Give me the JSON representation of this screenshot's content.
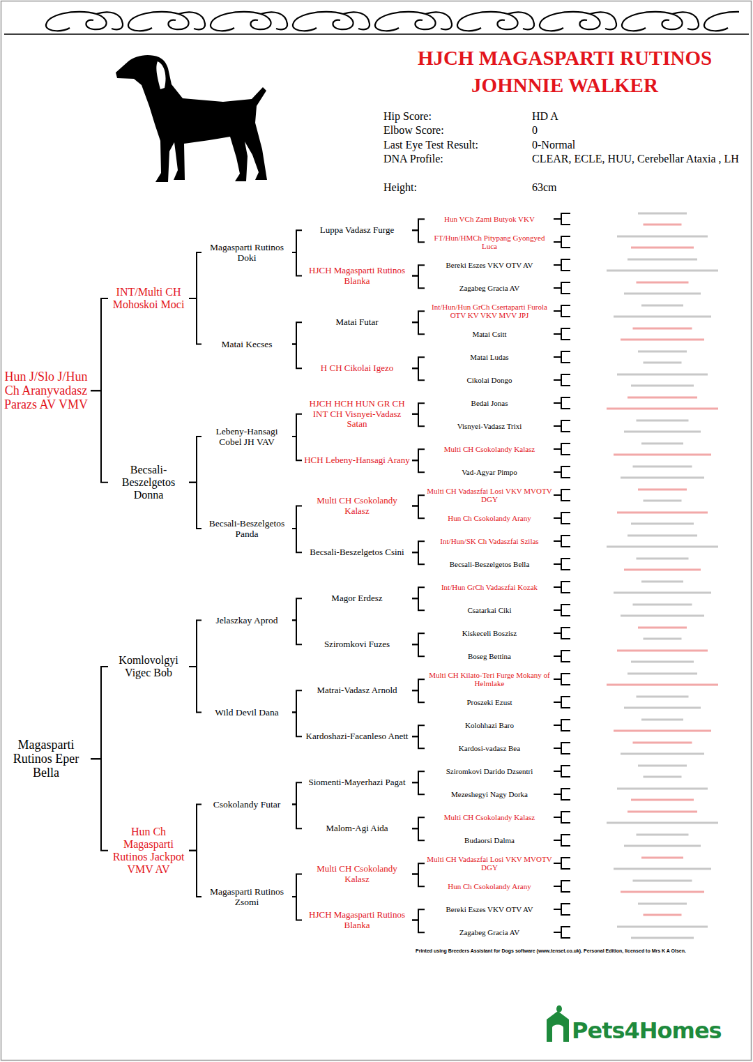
{
  "diagram": {
    "title": "HJCH MAGASPARTI RUTINOS JOHNNIE WALKER",
    "nodes": [
      {
        "text": [
          "Hun J/Slo J/Hun Ch Aranyvadasz Parazs AV VMV"
        ]
      },
      {
        "text": [
          "Magasparti Rutinos Eper Bella"
        ]
      },
      {
        "text": [
          "INT/Multi CH Mohoskoi Moci"
        ]
      },
      {
        "text": [
          "Becsali-Beszelgetos Donna"
        ]
      },
      {
        "text": [
          "Komlovolgyi Vigec Bob"
        ]
      },
      {
        "text": [
          "Hun Ch Magasparti Rutinos Jackpot VMV AV"
        ]
      },
      {
        "text": [
          "Magasparti Rutinos Doki"
        ]
      },
      {
        "text": [
          "Matai Kecses"
        ]
      },
      {
        "text": [
          "Lebeny-Hansagi Cobel JH VAV"
        ]
      },
      {
        "text": [
          "Becsali-Beszelgetos Panda"
        ]
      },
      {
        "text": [
          "Jelaszkay Aprod"
        ]
      },
      {
        "text": [
          "Wild Devil Dana"
        ]
      },
      {
        "text": [
          "Csokolandy Futar"
        ]
      },
      {
        "text": [
          "Magasparti Rutinos Zsomi"
        ]
      },
      {
        "text": [
          "Luppa Vadasz Furge"
        ]
      },
      {
        "text": [
          "HJCH Magasparti Rutinos Blanka"
        ]
      },
      {
        "text": [
          "Matai Futar"
        ]
      },
      {
        "text": [
          "H CH Cikolai Igezo"
        ]
      },
      {
        "text": [
          "HJCH HCH HUN GR CH INT CH Visnyei-Vadasz Satan"
        ]
      },
      {
        "text": [
          "HCH Lebeny-Hansagi Arany"
        ]
      },
      {
        "text": [
          "Multi CH Csokolandy Kalasz"
        ]
      },
      {
        "text": [
          "Becsali-Beszelgetos Csini"
        ]
      },
      {
        "text": [
          "Magor Erdesz"
        ]
      },
      {
        "text": [
          "Sziromkovi Fuzes"
        ]
      },
      {
        "text": [
          "Matrai-Vadasz Arnold"
        ]
      },
      {
        "text": [
          "Kardoshazi-Facanleso Anett"
        ]
      },
      {
        "text": [
          "Siomenti-Mayerhazi Pagat"
        ]
      },
      {
        "text": [
          "Malom-Agi Aida"
        ]
      },
      {
        "text": [
          "Multi CH Csokolandy Kalasz"
        ]
      },
      {
        "text": [
          "HJCH Magasparti Rutinos Blanka"
        ]
      },
      {
        "text": [
          "Hun VCh Zami Butyok VKV"
        ]
      },
      {
        "text": [
          "FT/Hun/HMCh Pitypang Gyongyed Luca"
        ]
      },
      {
        "text": [
          "Bereki Eszes VKV OTV AV"
        ]
      },
      {
        "text": [
          "Zagabeg Gracia AV"
        ]
      },
      {
        "text": [
          "Int/Hun/Hun GrCh Csertaparti Furola OTV KV VKV MVV JPJ"
        ]
      },
      {
        "text": [
          "Matai Csitt"
        ]
      },
      {
        "text": [
          "Matai Ludas"
        ]
      },
      {
        "text": [
          "Cikolai Dongo"
        ]
      },
      {
        "text": [
          "Bedai Jonas"
        ]
      },
      {
        "text": [
          "Visnyei-Vadasz Trixi"
        ]
      },
      {
        "text": [
          "Multi CH Csokolandy Kalasz"
        ]
      },
      {
        "text": [
          "Vad-Agyar Pimpo"
        ]
      },
      {
        "text": [
          "Multi CH Vadaszfai Losi VKV MVOTV DGY"
        ]
      },
      {
        "text": [
          "Hun Ch Csokolandy Arany"
        ]
      },
      {
        "text": [
          "Int/Hun/SK Ch Vadaszfai Szilas"
        ]
      },
      {
        "text": [
          "Becsali-Beszelgetos Bella"
        ]
      },
      {
        "text": [
          "Int/Hun GrCh Vadaszfai Kozak"
        ]
      },
      {
        "text": [
          "Csatarkai Ciki"
        ]
      },
      {
        "text": [
          "Kiskeceli Boszisz"
        ]
      },
      {
        "text": [
          "Boseg Bettina"
        ]
      },
      {
        "text": [
          "Multi CH Kilato-Teri Furge Mokany of Helmlake"
        ]
      },
      {
        "text": [
          "Proszeki Ezust"
        ]
      },
      {
        "text": [
          "Kolohhazi Baro"
        ]
      },
      {
        "text": [
          "Kardosi-vadasz Bea"
        ]
      },
      {
        "text": [
          "Sziromkovi Darido Dzsentri"
        ]
      },
      {
        "text": [
          "Mezeshegyi Nagy Dorka"
        ]
      },
      {
        "text": [
          "Multi CH Csokolandy Kalasz"
        ]
      },
      {
        "text": [
          "Budaorsi Dalma"
        ]
      },
      {
        "text": [
          "Multi CH Vadaszfai Losi VKV MVOTV DGY"
        ]
      },
      {
        "text": [
          "Hun Ch Csokolandy Arany"
        ]
      },
      {
        "text": [
          "Bereki Eszes VKV OTV AV"
        ]
      },
      {
        "text": [
          "Zagabeg Gracia AV"
        ]
      }
    ],
    "edges": [
      {
        "from": 0,
        "to": 2,
        "arrow": "none"
      },
      {
        "from": 0,
        "to": 3,
        "arrow": "none"
      },
      {
        "from": 1,
        "to": 4,
        "arrow": "none"
      },
      {
        "from": 1,
        "to": 5,
        "arrow": "none"
      },
      {
        "from": 2,
        "to": 6,
        "arrow": "none"
      },
      {
        "from": 2,
        "to": 7,
        "arrow": "none"
      },
      {
        "from": 3,
        "to": 8,
        "arrow": "none"
      },
      {
        "from": 3,
        "to": 9,
        "arrow": "none"
      },
      {
        "from": 4,
        "to": 10,
        "arrow": "none"
      },
      {
        "from": 4,
        "to": 11,
        "arrow": "none"
      },
      {
        "from": 5,
        "to": 12,
        "arrow": "none"
      },
      {
        "from": 5,
        "to": 13,
        "arrow": "none"
      },
      {
        "from": 6,
        "to": 14,
        "arrow": "none"
      },
      {
        "from": 6,
        "to": 15,
        "arrow": "none"
      },
      {
        "from": 7,
        "to": 16,
        "arrow": "none"
      },
      {
        "from": 7,
        "to": 17,
        "arrow": "none"
      },
      {
        "from": 8,
        "to": 18,
        "arrow": "none"
      },
      {
        "from": 8,
        "to": 19,
        "arrow": "none"
      },
      {
        "from": 9,
        "to": 20,
        "arrow": "none"
      },
      {
        "from": 9,
        "to": 21,
        "arrow": "none"
      },
      {
        "from": 10,
        "to": 22,
        "arrow": "none"
      },
      {
        "from": 10,
        "to": 23,
        "arrow": "none"
      },
      {
        "from": 11,
        "to": 24,
        "arrow": "none"
      },
      {
        "from": 11,
        "to": 25,
        "arrow": "none"
      },
      {
        "from": 12,
        "to": 26,
        "arrow": "none"
      },
      {
        "from": 12,
        "to": 27,
        "arrow": "none"
      },
      {
        "from": 13,
        "to": 28,
        "arrow": "none"
      },
      {
        "from": 13,
        "to": 29,
        "arrow": "none"
      },
      {
        "from": 14,
        "to": 30,
        "arrow": "none"
      },
      {
        "from": 14,
        "to": 31,
        "arrow": "none"
      },
      {
        "from": 15,
        "to": 32,
        "arrow": "none"
      },
      {
        "from": 15,
        "to": 33,
        "arrow": "none"
      },
      {
        "from": 16,
        "to": 34,
        "arrow": "none"
      },
      {
        "from": 16,
        "to": 35,
        "arrow": "none"
      },
      {
        "from": 17,
        "to": 36,
        "arrow": "none"
      },
      {
        "from": 17,
        "to": 37,
        "arrow": "none"
      },
      {
        "from": 18,
        "to": 38,
        "arrow": "none"
      },
      {
        "from": 18,
        "to": 39,
        "arrow": "none"
      },
      {
        "from": 19,
        "to": 40,
        "arrow": "none"
      },
      {
        "from": 19,
        "to": 41,
        "arrow": "none"
      },
      {
        "from": 20,
        "to": 42,
        "arrow": "none"
      },
      {
        "from": 20,
        "to": 43,
        "arrow": "none"
      },
      {
        "from": 21,
        "to": 44,
        "arrow": "none"
      },
      {
        "from": 21,
        "to": 45,
        "arrow": "none"
      },
      {
        "from": 22,
        "to": 46,
        "arrow": "none"
      },
      {
        "from": 22,
        "to": 47,
        "arrow": "none"
      },
      {
        "from": 23,
        "to": 48,
        "arrow": "none"
      },
      {
        "from": 23,
        "to": 49,
        "arrow": "none"
      },
      {
        "from": 24,
        "to": 50,
        "arrow": "none"
      },
      {
        "from": 24,
        "to": 51,
        "arrow": "none"
      },
      {
        "from": 25,
        "to": 52,
        "arrow": "none"
      },
      {
        "from": 25,
        "to": 53,
        "arrow": "none"
      },
      {
        "from": 26,
        "to": 54,
        "arrow": "none"
      },
      {
        "from": 26,
        "to": 55,
        "arrow": "none"
      },
      {
        "from": 27,
        "to": 56,
        "arrow": "none"
      },
      {
        "from": 27,
        "to": 57,
        "arrow": "none"
      },
      {
        "from": 28,
        "to": 58,
        "arrow": "none"
      },
      {
        "from": 28,
        "to": 59,
        "arrow": "none"
      },
      {
        "from": 29,
        "to": 60,
        "arrow": "none"
      },
      {
        "from": 29,
        "to": 61,
        "arrow": "none"
      }
    ],
    "labels": [
      "Hip Score:",
      "Elbow Score:",
      "Last Eye Test Result:",
      "DNA Profile:",
      "Height:",
      "HD A",
      "0",
      "0-Normal",
      "CLEAR, ECLE, HUU, Cerebellar Ataxia , LH",
      "63cm",
      "Printed using Breeders Assistant for Dogs software (www.tenset.co.uk). Personal Edition, licensed to Mrs K A Olsen.",
      "Pets4Homes"
    ]
  }
}
